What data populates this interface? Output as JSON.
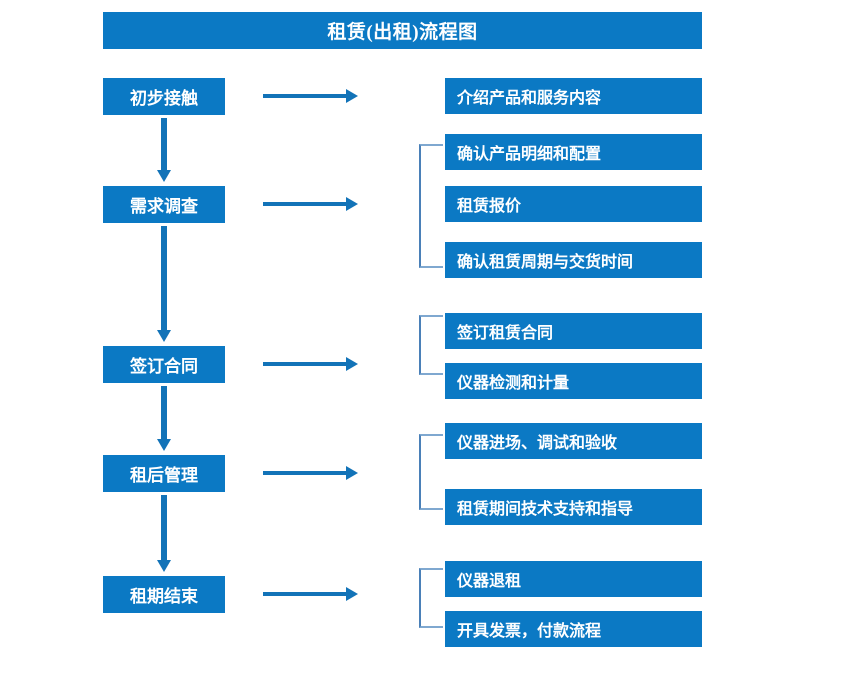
{
  "title": "租赁(出租)流程图",
  "colors": {
    "box_fill": "#0B79C4",
    "box_text": "#FFFFFF",
    "arrow": "#1273B8",
    "bracket": "#4A80B8",
    "background": "#FFFFFF"
  },
  "stages": [
    {
      "label": "初步接触"
    },
    {
      "label": "需求调查"
    },
    {
      "label": "签订合同"
    },
    {
      "label": "租后管理"
    },
    {
      "label": "租期结束"
    }
  ],
  "details": [
    {
      "label": "介绍产品和服务内容"
    },
    {
      "label": "确认产品明细和配置"
    },
    {
      "label": "租赁报价"
    },
    {
      "label": "确认租赁周期与交货时间"
    },
    {
      "label": "签订租赁合同"
    },
    {
      "label": "仪器检测和计量"
    },
    {
      "label": "仪器进场、调试和验收"
    },
    {
      "label": "租赁期间技术支持和指导"
    },
    {
      "label": "仪器退租"
    },
    {
      "label": "开具发票，付款流程"
    }
  ],
  "flow": {
    "horizontal_arrow_count": 5,
    "vertical_arrow_count": 4,
    "bracket_count": 4
  }
}
